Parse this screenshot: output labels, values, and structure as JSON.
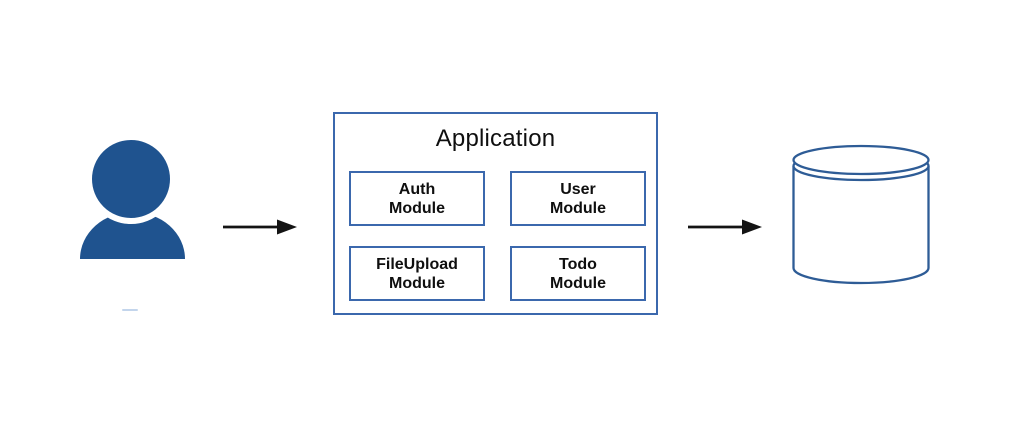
{
  "diagram": {
    "application_box": {
      "title": "Application",
      "modules": [
        {
          "id": "auth",
          "line1": "Auth",
          "line2": "Module"
        },
        {
          "id": "user",
          "line1": "User",
          "line2": "Module"
        },
        {
          "id": "fileupload",
          "line1": "FileUpload",
          "line2": "Module"
        },
        {
          "id": "todo",
          "line1": "Todo",
          "line2": "Module"
        }
      ]
    },
    "icons": [
      {
        "name": "person-icon"
      },
      {
        "name": "database-cylinder-icon"
      }
    ],
    "arrows": [
      {
        "name": "arrow-user-to-application",
        "direction": "right"
      },
      {
        "name": "arrow-application-to-database",
        "direction": "right"
      }
    ],
    "colors": {
      "person_fill": "#1F538F",
      "box_border": "#3B68AD",
      "cylinder_stroke": "#2E5C96",
      "arrow": "#141414",
      "text": "#0F0F0F",
      "background": "#FFFFFF"
    }
  }
}
